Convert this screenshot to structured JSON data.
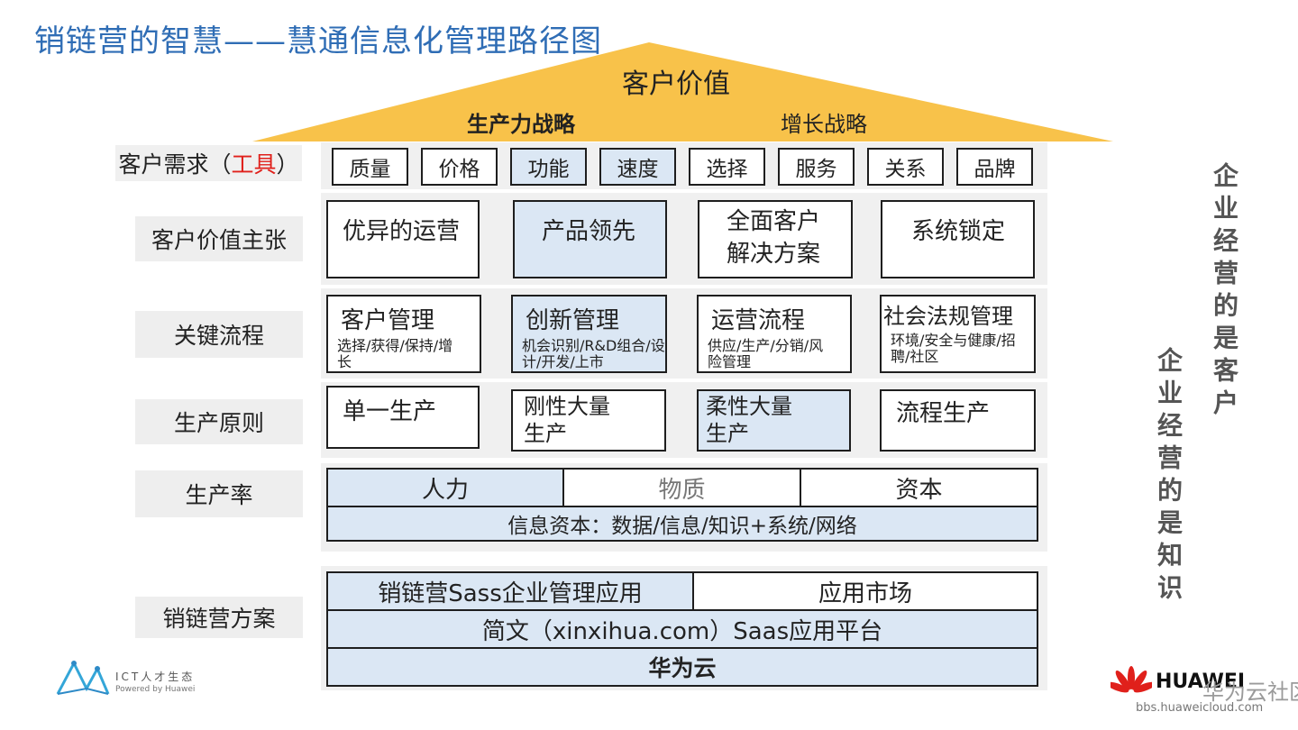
{
  "title": "销链营的智慧——慧通信息化管理路径图",
  "colors": {
    "roof": "#f8c24a",
    "accent_blue": "#dbe7f4",
    "title": "#2f6db5",
    "highlight": "#e0201b"
  },
  "roof": {
    "top": "客户价值",
    "left": "生产力战略",
    "right": "增长战略"
  },
  "demand": {
    "label_prefix": "客户需求（",
    "label_highlight": "工具",
    "label_suffix": "）",
    "items": [
      "质量",
      "价格",
      "功能",
      "速度",
      "选择",
      "服务",
      "关系",
      "品牌"
    ]
  },
  "value_prop": {
    "label": "客户价值主张",
    "items": [
      "优异的运营",
      "产品领先",
      "全面客户\n解决方案",
      "系统锁定"
    ]
  },
  "process": {
    "label": "关键流程",
    "items": [
      {
        "title": "客户管理",
        "sub": "选择/获得/保持/增长"
      },
      {
        "title": "创新管理",
        "sub": "机会识别/R&D组合/设计/开发/上市"
      },
      {
        "title": "运营流程",
        "sub": "供应/生产/分销/风险管理"
      },
      {
        "title": "社会法规管理",
        "sub": "环境/安全与健康/招聘/社区"
      }
    ]
  },
  "principle": {
    "label": "生产原则",
    "items": [
      "单一生产",
      "刚性大量\n生产",
      "柔性大量\n生产",
      "流程生产"
    ]
  },
  "productivity": {
    "label": "生产率",
    "items": [
      "人力",
      "物质",
      "资本"
    ],
    "bottom": "信息资本：数据/信息/知识+系统/网络"
  },
  "solution": {
    "label": "销链营方案",
    "row1": [
      "销链营Sass企业管理应用",
      "应用市场"
    ],
    "row2": "简文（xinxihua.com）Saas应用平台",
    "row3": "华为云"
  },
  "side": {
    "right": "企业经营的是客户",
    "left": "企业经营的是知识"
  },
  "logos": {
    "ict_title": "ICT人才生态",
    "ict_sub": "Powered by Huawei",
    "huawei": "HUAWEI",
    "huawei_community": "华为云社区",
    "huawei_url": "bbs.huaweicloud.com"
  }
}
